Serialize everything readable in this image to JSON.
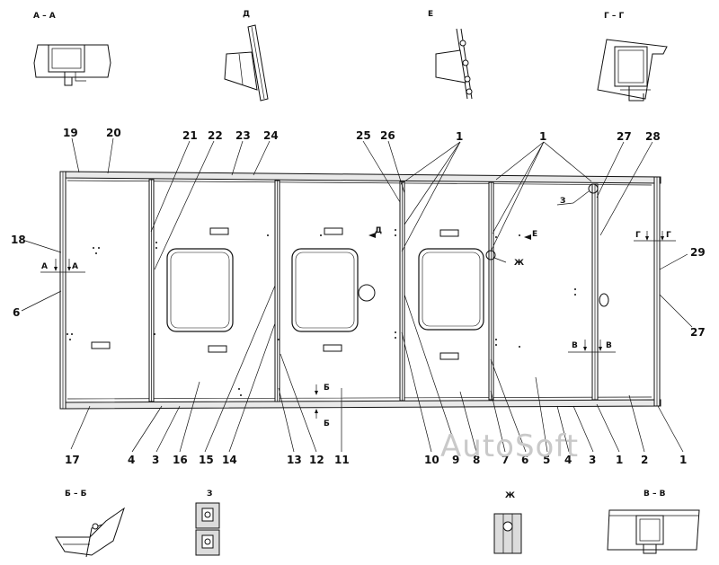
{
  "section_titles": {
    "aa": "А – А",
    "d": "Д",
    "e": "Е",
    "gg": "Г – Г",
    "bb": "Б – Б",
    "z": "З",
    "zh": "Ж",
    "vv": "В – В"
  },
  "callouts": {
    "top": [
      "19",
      "20",
      "21",
      "22",
      "23",
      "24",
      "25",
      "26",
      "1",
      "1",
      "27",
      "28"
    ],
    "left": [
      "18",
      "6"
    ],
    "right": [
      "29",
      "27"
    ],
    "bottom": [
      "17",
      "4",
      "3",
      "16",
      "15",
      "14",
      "13",
      "12",
      "11",
      "10",
      "9",
      "8",
      "7",
      "6",
      "5",
      "4",
      "3",
      "1",
      "2",
      "1"
    ]
  },
  "markers": {
    "a_left": "А",
    "a_right": "А",
    "d": "Д",
    "e": "Е",
    "zh": "Ж",
    "z": "З",
    "g_left": "Г",
    "g_right": "Г",
    "b_top": "Б",
    "b_bottom": "Б",
    "v_left": "В",
    "v_right": "В"
  },
  "watermark": "AutoSoft"
}
